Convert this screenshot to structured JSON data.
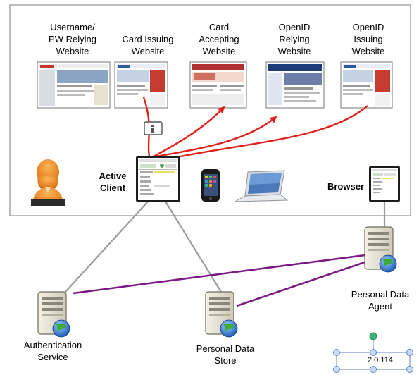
{
  "websites": [
    {
      "label": "Username/\nPW Relying\nWebsite",
      "thumb_accent": "#c0392b"
    },
    {
      "label": "Card Issuing\nWebsite",
      "thumb_accent": "#2c5aa0"
    },
    {
      "label": "Card\nAccepting\nWebsite",
      "thumb_accent": "#b03030"
    },
    {
      "label": "OpenID\nRelying\nWebsite",
      "thumb_accent": "#1f3c7a"
    },
    {
      "label": "OpenID\nIssuing\nWebsite",
      "thumb_accent": "#c0392b"
    }
  ],
  "labels": {
    "active_client": "Active\nClient",
    "browser": "Browser",
    "authentication_service": "Authentication\nService",
    "personal_data_store": "Personal Data\nStore",
    "personal_data_agent": "Personal Data\nAgent",
    "selection_value": "2.0.114"
  },
  "icons": {
    "user": "person-icon",
    "info": "info-icon",
    "phone": "smartphone-icon",
    "laptop": "laptop-icon",
    "server": "server-icon"
  },
  "colors": {
    "red_arrow": "#e0201b",
    "purple_link": "#7a1a82",
    "gray_link": "#9a9a9a",
    "user_orange": "#e8851c",
    "selection_blue": "#5b86c7",
    "selection_green": "#3fb27a"
  }
}
